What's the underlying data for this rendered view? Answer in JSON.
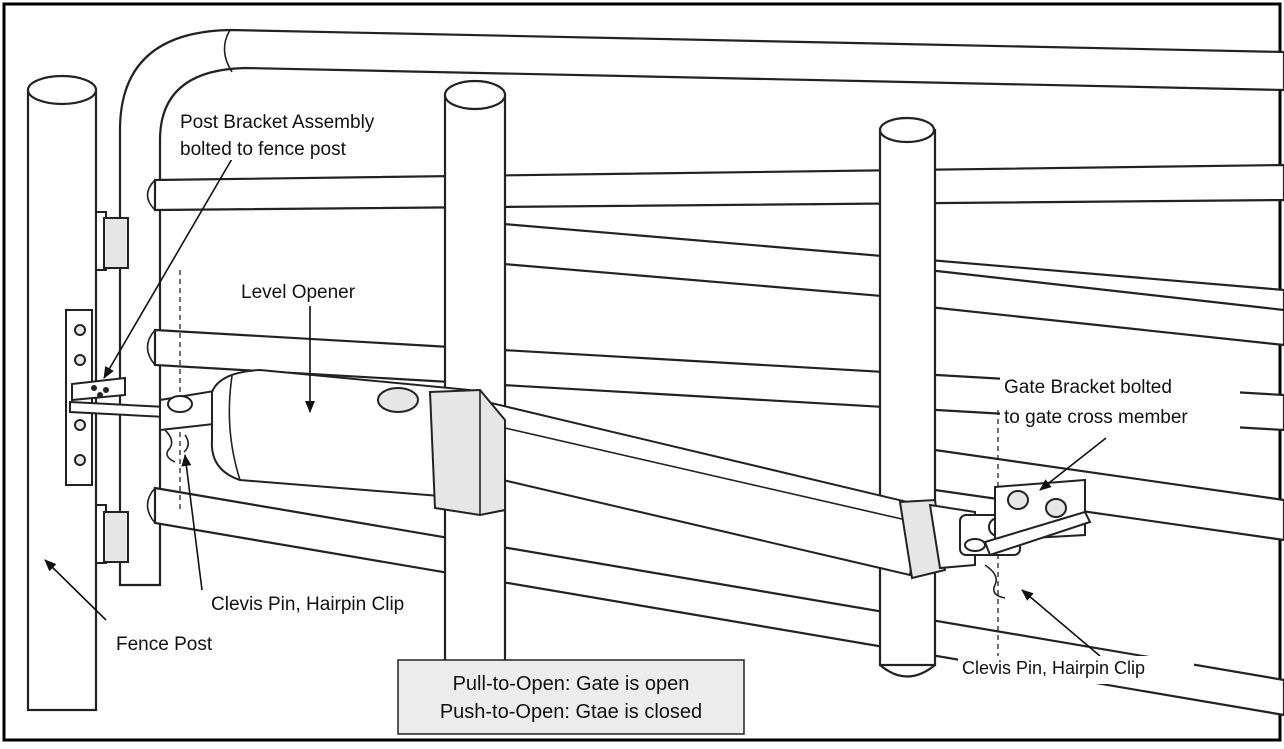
{
  "labels": {
    "post_bracket_line1": "Post Bracket Assembly",
    "post_bracket_line2": "bolted to fence post",
    "level_opener": "Level Opener",
    "gate_bracket_line1": "Gate Bracket bolted",
    "gate_bracket_line2": "to gate cross member",
    "clevis_left": "Clevis Pin, Hairpin Clip",
    "fence_post": "Fence Post",
    "clevis_right": "Clevis Pin, Hairpin Clip"
  },
  "note": {
    "line1": "Pull-to-Open: Gate is open",
    "line2": "Push-to-Open: Gtae is closed"
  }
}
